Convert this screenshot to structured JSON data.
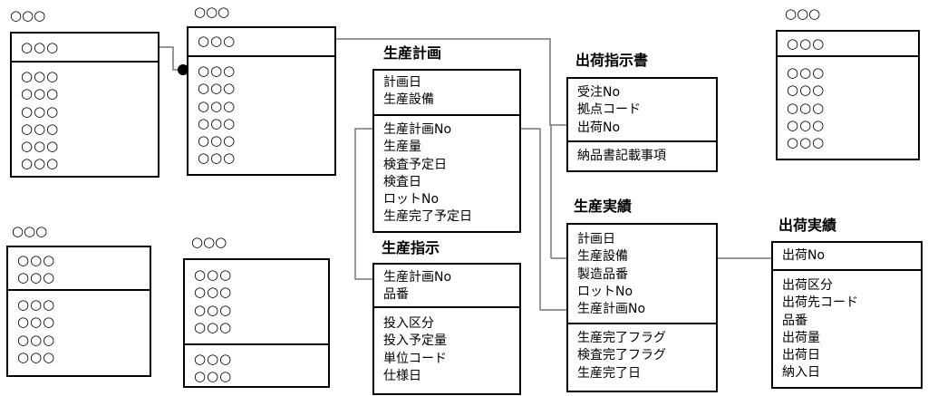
{
  "entities": {
    "e1": {
      "title": "○○○",
      "keys": [
        "○○○"
      ],
      "attrs": [
        "○○○",
        "○○○",
        "○○○",
        "○○○",
        "○○○",
        "○○○"
      ]
    },
    "e2": {
      "title": "○○○",
      "keys": [
        "○○○"
      ],
      "attrs": [
        "○○○",
        "○○○",
        "○○○",
        "○○○",
        "○○○",
        "○○○"
      ]
    },
    "e3": {
      "title": "○○○",
      "keys": [
        "○○○",
        "○○○"
      ],
      "attrs": [
        "○○○",
        "○○○",
        "○○○",
        "○○○"
      ]
    },
    "e4": {
      "title": "○○○",
      "keys": [
        "○○○",
        "○○○",
        "○○○",
        "○○○"
      ],
      "attrs": [
        "○○○",
        "○○○"
      ]
    },
    "seisan_keikaku": {
      "title": "生産計画",
      "keys": [
        "計画日",
        "生産設備"
      ],
      "attrs": [
        "生産計画No",
        "生産量",
        "検査予定日",
        "検査日",
        "ロットNo",
        "生産完了予定日"
      ]
    },
    "seisan_shiji": {
      "title": "生産指示",
      "keys": [
        "生産計画No",
        "品番"
      ],
      "attrs": [
        "投入区分",
        "投入予定量",
        "単位コード",
        "仕様日"
      ]
    },
    "shukka_shijisho": {
      "title": "出荷指示書",
      "keys": [
        "受注No",
        "拠点コード",
        "出荷No"
      ],
      "attrs": [
        "納品書記載事項"
      ]
    },
    "seisan_jisseki": {
      "title": "生産実績",
      "keys": [
        "計画日",
        "生産設備",
        "製造品番",
        "ロットNo",
        "生産計画No"
      ],
      "attrs": [
        "生産完了フラグ",
        "検査完了フラグ",
        "生産完了日"
      ]
    },
    "e5": {
      "title": "○○○",
      "keys": [
        "○○○"
      ],
      "attrs": [
        "○○○",
        "○○○",
        "○○○",
        "○○○",
        "○○○"
      ]
    },
    "shukka_jisseki": {
      "title": "出荷実績",
      "keys": [
        "出荷No"
      ],
      "attrs": [
        "出荷区分",
        "出荷先コード",
        "品番",
        "出荷量",
        "出荷日",
        "納入日"
      ]
    }
  }
}
